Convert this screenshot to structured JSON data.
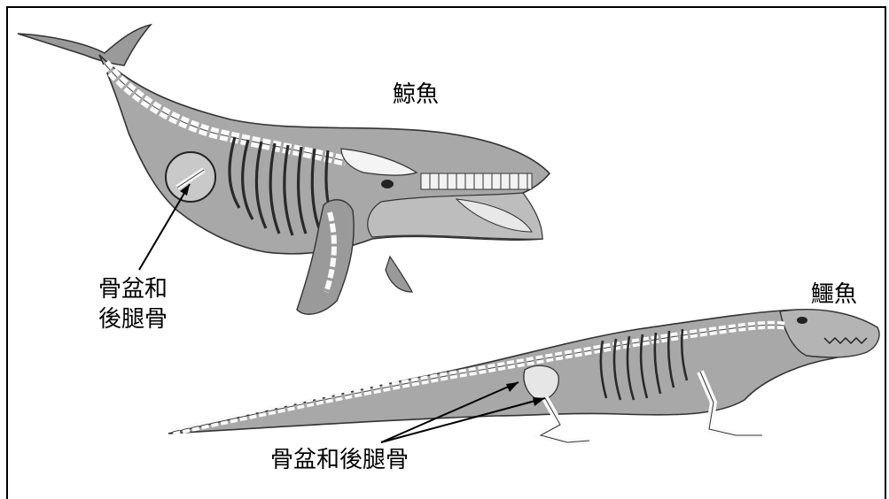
{
  "labels": {
    "whale": "鯨魚",
    "crocodile": "鱷魚",
    "whale_pointer": "骨盆和後腿骨",
    "croc_pointer": "骨盆和後腿骨"
  }
}
